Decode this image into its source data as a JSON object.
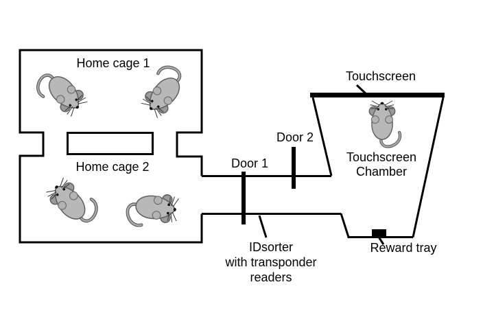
{
  "diagram": {
    "labels": {
      "home_cage_1": "Home cage 1",
      "home_cage_2": "Home cage 2",
      "door_1": "Door 1",
      "door_2": "Door 2",
      "touchscreen": "Touchscreen",
      "touchscreen_chamber": "Touchscreen\nChamber",
      "reward_tray": "Reward tray",
      "idsorter": "IDsorter\nwith transponder\nreaders"
    },
    "mice": {
      "home_cage_1": 2,
      "home_cage_2": 2,
      "touchscreen_chamber": 1
    },
    "colors": {
      "line": "#000000",
      "background": "#ffffff",
      "mouse_body": "#b8b8b8",
      "mouse_ear": "#9a9a9a",
      "mouse_outline": "#606060"
    }
  }
}
